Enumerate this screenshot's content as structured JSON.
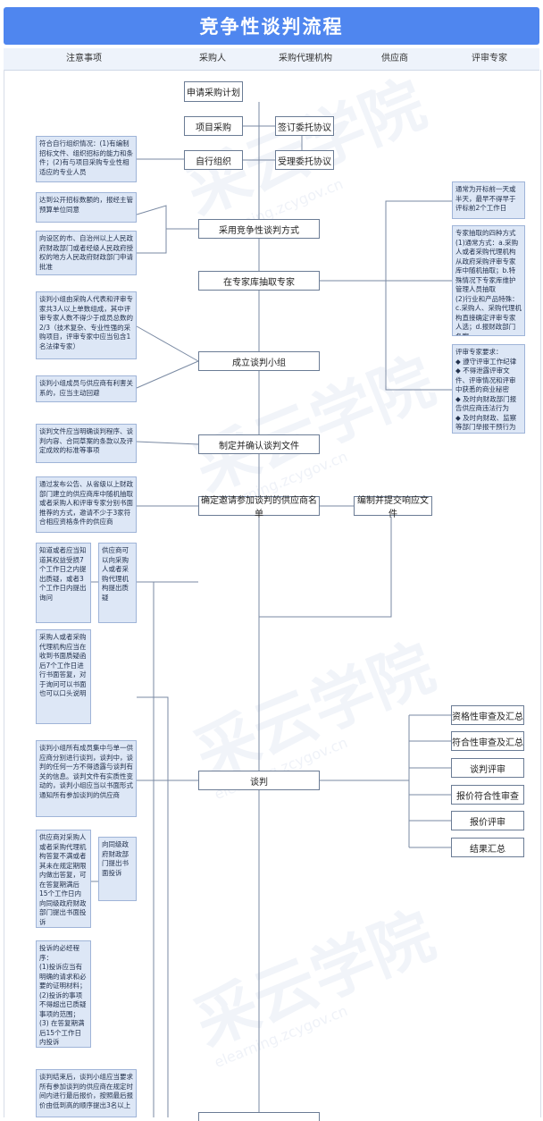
{
  "title": "竞争性谈判流程",
  "columns": [
    "注意事项",
    "采购人",
    "采购代理机构",
    "供应商",
    "评审专家"
  ],
  "watermark": {
    "brand": "采云学院",
    "url": "elearning.zcygov.cn"
  },
  "nodes": {
    "n1": "申请采购计划",
    "n2": "项目采购",
    "n3": "签订委托协议",
    "n4": "自行组织",
    "n5": "受理委托协议",
    "n6": "采用竞争性谈判方式",
    "n7": "在专家库抽取专家",
    "n8": "成立谈判小组",
    "n9": "制定并确认谈判文件",
    "n10": "确定邀请参加谈判的供应商名单",
    "n11": "编制并提交响应文件",
    "n12": "谈判",
    "r1": "资格性审查及汇总",
    "r2": "符合性审查及汇总",
    "r3": "谈判评审",
    "r4": "报价符合性审查",
    "r5": "报价评审",
    "r6": "结果汇总"
  },
  "notes": {
    "a1": "符合自行组织情况：(1)有编制招标文件、组织招标的能力和条件；(2)有与项目采购专业性相适应的专业人员",
    "a2": "达到公开招标数额的，报经主管预算单位同意",
    "a3": "向设区的市、自治州以上人民政府财政部门或者经级人民政府授权的地方人民政府财政部门申请批准",
    "a4": "谈判小组由采购人代表和评审专家共3人以上单数组成，其中评审专家人数不得少于成员总数的2/3（技术复杂、专业性强的采购项目，评审专家中应当包含1名法律专家）",
    "a5": "谈判小组成员与供应商有利害关系的，应当主动回避",
    "a6": "谈判文件应当明确谈判程序、谈判内容、合同草案的条款以及评定成效的标准等事项",
    "a7": "通过发布公告、从省级以上财政部门建立的供应商库中随机抽取或者采购人和评审专家分别书面推荐的方式，邀请不少于3家符合相应资格条件的供应商",
    "a8": "知道或者应当知道其权益受损7个工作日之内提出质疑，或者3个工作日内提出询问",
    "a9": "供应商可以向采购人或者采购代理机构提出质疑",
    "a10": "采购人或者采购代理机构应当在收到书面质疑函后7个工作日进行书面答复，对于询问可以书面也可以口头说明",
    "a11": "谈判小组所有成员集中与单一供应商分别进行谈判，谈判中，谈判的任何一方不得透露与谈判有关的信息。谈判文件有实质性变动的，谈判小组应当以书面形式通知所有参加谈判的供应商",
    "a12": "供应商对采购人或者采购代理机构答复不满或者其未在规定期限内做出答复，可在答复期满后15个工作日内向同级政府财政部门提出书面投诉",
    "a13": "向同级政府财政部门提出书面投诉",
    "a14": "投诉的必经程序：\n(1)投诉应当有明确的请求和必要的证明材料；\n(2)投诉的事项不得超出已质疑事项的范围；\n(3) 在答复期满后15个工作日内投诉",
    "a15": "谈判结束后，谈判小组应当要求所有参加谈判的供应商在规定时间内进行最后报价，按照最后报价由低到高的顺序提出3名以上",
    "e1": "通常为开标前一天或半天，最早不得早于评标前2个工作日",
    "e2": "专家抽取的四种方式\n(1)通常方式：a.采购人或者采购代理机构从政府采购评审专家库中随机抽取；b.特殊情况下专家库维护管理人员抽取\n(2)行业和产品特殊：c.采购人、采购代理机构直接确定评审专家人选；d.报财政部门备案",
    "e3": "评审专家要求：\n◆ 遵守评审工作纪律\n◆ 不得泄露评审文件、评审情况和评审中获悉的商业秘密\n◆ 及时向财政部门报告供应商违法行为\n◆ 及时向财政、监察等部门举报干预行为"
  }
}
